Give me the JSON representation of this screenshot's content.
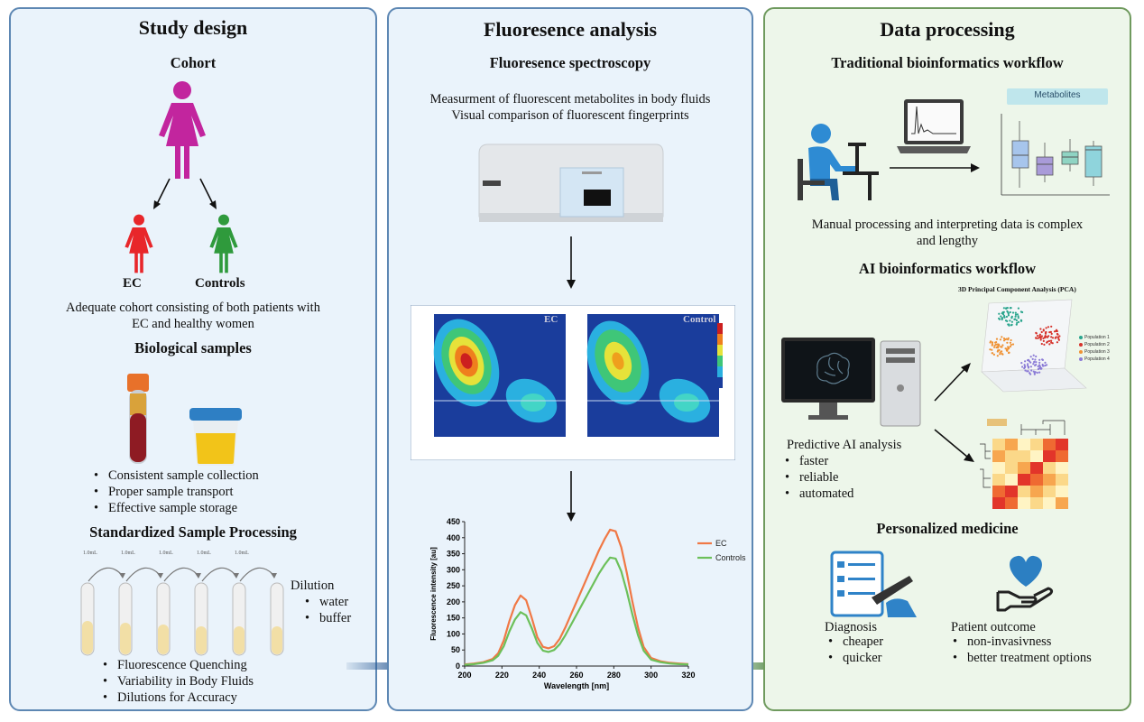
{
  "study_design": {
    "title": "Study design",
    "cohort_heading": "Cohort",
    "group_ec": "EC",
    "group_controls": "Controls",
    "cohort_note": [
      "Adequate cohort consisting of both patients with",
      "EC and healthy women"
    ],
    "bio_heading": "Biological samples",
    "sample_points": [
      "Consistent sample collection",
      "Proper sample transport",
      "Effective sample storage"
    ],
    "processing_heading": "Standardized Sample Processing",
    "transfer_labels": [
      "1.0mL",
      "1.0mL",
      "1.0mL",
      "1.0mL",
      "1.0mL"
    ],
    "dilution_heading": "Dilution",
    "dilution_items": [
      "water",
      "buffer"
    ],
    "processing_points": [
      "Fluorescence Quenching",
      "Variability in Body Fluids",
      "Dilutions for Accuracy"
    ]
  },
  "fluorescence": {
    "title": "Fluoresence analysis",
    "subtitle": "Fluoresence spectroscopy",
    "description": [
      "Measurment of fluorescent metabolites in body fluids",
      "Visual comparison of fluorescent fingerprints"
    ],
    "map_labels": [
      "EC",
      "Control"
    ]
  },
  "data_processing": {
    "title": "Data processing",
    "traditional_heading": "Traditional bioinformatics workflow",
    "metabolites_label": "Metabolites",
    "traditional_note": [
      "Manual processing and interpreting data is complex",
      "and lengthy"
    ],
    "ai_heading": "AI bioinformatics workflow",
    "pca_title": "3D Principal Component Analysis (PCA)",
    "pca_legend": [
      "Population 1",
      "Population 2",
      "Population 3",
      "Population 4"
    ],
    "ai_analysis_heading": "Predictive AI analysis",
    "ai_points": [
      "faster",
      "reliable",
      "automated"
    ],
    "personalized_heading": "Personalized medicine",
    "diagnosis_heading": "Diagnosis",
    "diagnosis_points": [
      "cheaper",
      "quicker"
    ],
    "outcome_heading": "Patient outcome",
    "outcome_points": [
      "non-invasivness",
      "better treatment options"
    ]
  },
  "colors": {
    "ec": "#f07845",
    "controls": "#6cc05a",
    "blue_panel": "#eaf3fb",
    "green_panel": "#edf6ea",
    "heart": "#2c7fc2"
  },
  "chart_data": {
    "type": "line",
    "xlabel": "Wavelength [nm]",
    "ylabel": "Fluorescence intensity [au]",
    "xlim": [
      200,
      320
    ],
    "ylim": [
      0,
      450
    ],
    "xticks": [
      200,
      220,
      240,
      260,
      280,
      300,
      320
    ],
    "yticks": [
      0,
      50,
      100,
      150,
      200,
      250,
      300,
      350,
      400,
      450
    ],
    "legend_position": "top-right",
    "series": [
      {
        "name": "EC",
        "color": "#f07845",
        "x": [
          200,
          205,
          210,
          215,
          218,
          221,
          224,
          227,
          230,
          233,
          236,
          239,
          242,
          245,
          248,
          251,
          254,
          257,
          260,
          263,
          266,
          269,
          272,
          275,
          278,
          281,
          284,
          287,
          290,
          293,
          296,
          300,
          305,
          310,
          315,
          320
        ],
        "y": [
          5,
          8,
          12,
          22,
          40,
          80,
          140,
          190,
          220,
          205,
          150,
          90,
          60,
          55,
          62,
          85,
          120,
          160,
          200,
          240,
          280,
          320,
          360,
          395,
          425,
          420,
          370,
          290,
          200,
          120,
          60,
          25,
          15,
          10,
          8,
          6
        ]
      },
      {
        "name": "Controls",
        "color": "#6cc05a",
        "x": [
          200,
          205,
          210,
          215,
          218,
          221,
          224,
          227,
          230,
          233,
          236,
          239,
          242,
          245,
          248,
          251,
          254,
          257,
          260,
          263,
          266,
          269,
          272,
          275,
          278,
          281,
          284,
          287,
          290,
          293,
          296,
          300,
          305,
          310,
          315,
          320
        ],
        "y": [
          4,
          6,
          10,
          18,
          32,
          62,
          108,
          145,
          168,
          158,
          118,
          72,
          48,
          44,
          50,
          68,
          96,
          128,
          160,
          192,
          224,
          256,
          288,
          315,
          338,
          335,
          295,
          232,
          160,
          96,
          48,
          20,
          12,
          8,
          6,
          5
        ]
      }
    ]
  }
}
